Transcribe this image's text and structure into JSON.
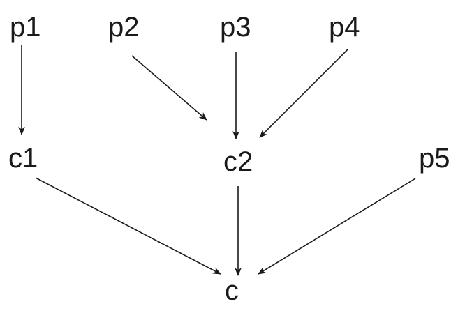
{
  "diagram": {
    "nodes": {
      "p1": {
        "label": "p1"
      },
      "p2": {
        "label": "p2"
      },
      "p3": {
        "label": "p3"
      },
      "p4": {
        "label": "p4"
      },
      "p5": {
        "label": "p5"
      },
      "c1": {
        "label": "c1"
      },
      "c2": {
        "label": "c2"
      },
      "c": {
        "label": "c"
      }
    },
    "edges": [
      {
        "from": "p1",
        "to": "c1"
      },
      {
        "from": "p2",
        "to": "c2"
      },
      {
        "from": "p3",
        "to": "c2"
      },
      {
        "from": "p4",
        "to": "c2"
      },
      {
        "from": "c1",
        "to": "c"
      },
      {
        "from": "c2",
        "to": "c"
      },
      {
        "from": "p5",
        "to": "c"
      }
    ],
    "colors": {
      "stroke": "#1a1a1a",
      "background": "#ffffff"
    }
  }
}
